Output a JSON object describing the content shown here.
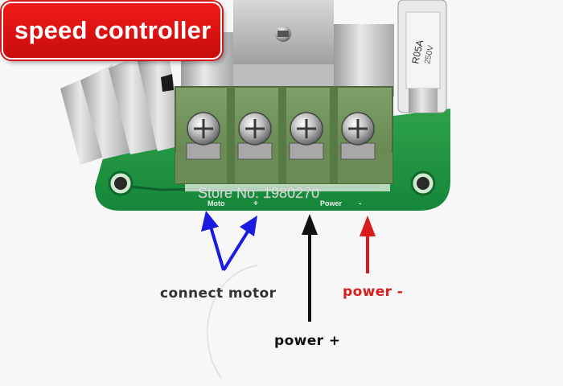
{
  "banner": {
    "title": "speed controller"
  },
  "board": {
    "watermark": "Store No: 1980270",
    "silkscreen_motor": "Moto",
    "silkscreen_power": "Power",
    "silkscreen_plus": "+",
    "silkscreen_minus": "-",
    "fuse_marking_line1": "R05A",
    "fuse_marking_line2": "250V"
  },
  "annotations": {
    "motor": {
      "text": "connect motor",
      "color": "#1a1ae0"
    },
    "power_plus": {
      "text": "power +",
      "color": "#111111"
    },
    "power_minus": {
      "text": "power -",
      "color": "#d91c1c"
    }
  }
}
